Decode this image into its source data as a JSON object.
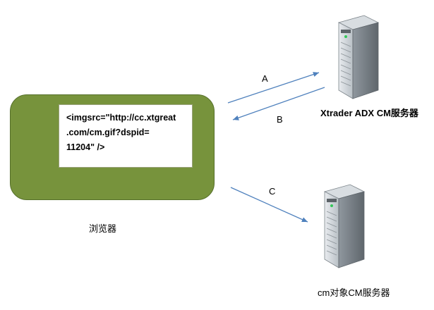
{
  "browser": {
    "code_lines": [
      "<imgsrc=\"http://cc.xtgreat",
      ".com/cm.gif?dspid=",
      "11204\" />"
    ],
    "label": "浏览器"
  },
  "servers": {
    "xtrader": "Xtrader ADX CM服务器",
    "cm_object": "cm对象CM服务器"
  },
  "arrows": {
    "a": "A",
    "b": "B",
    "c": "C"
  },
  "colors": {
    "browser_fill": "#77933c",
    "arrow": "#4f81bd"
  }
}
